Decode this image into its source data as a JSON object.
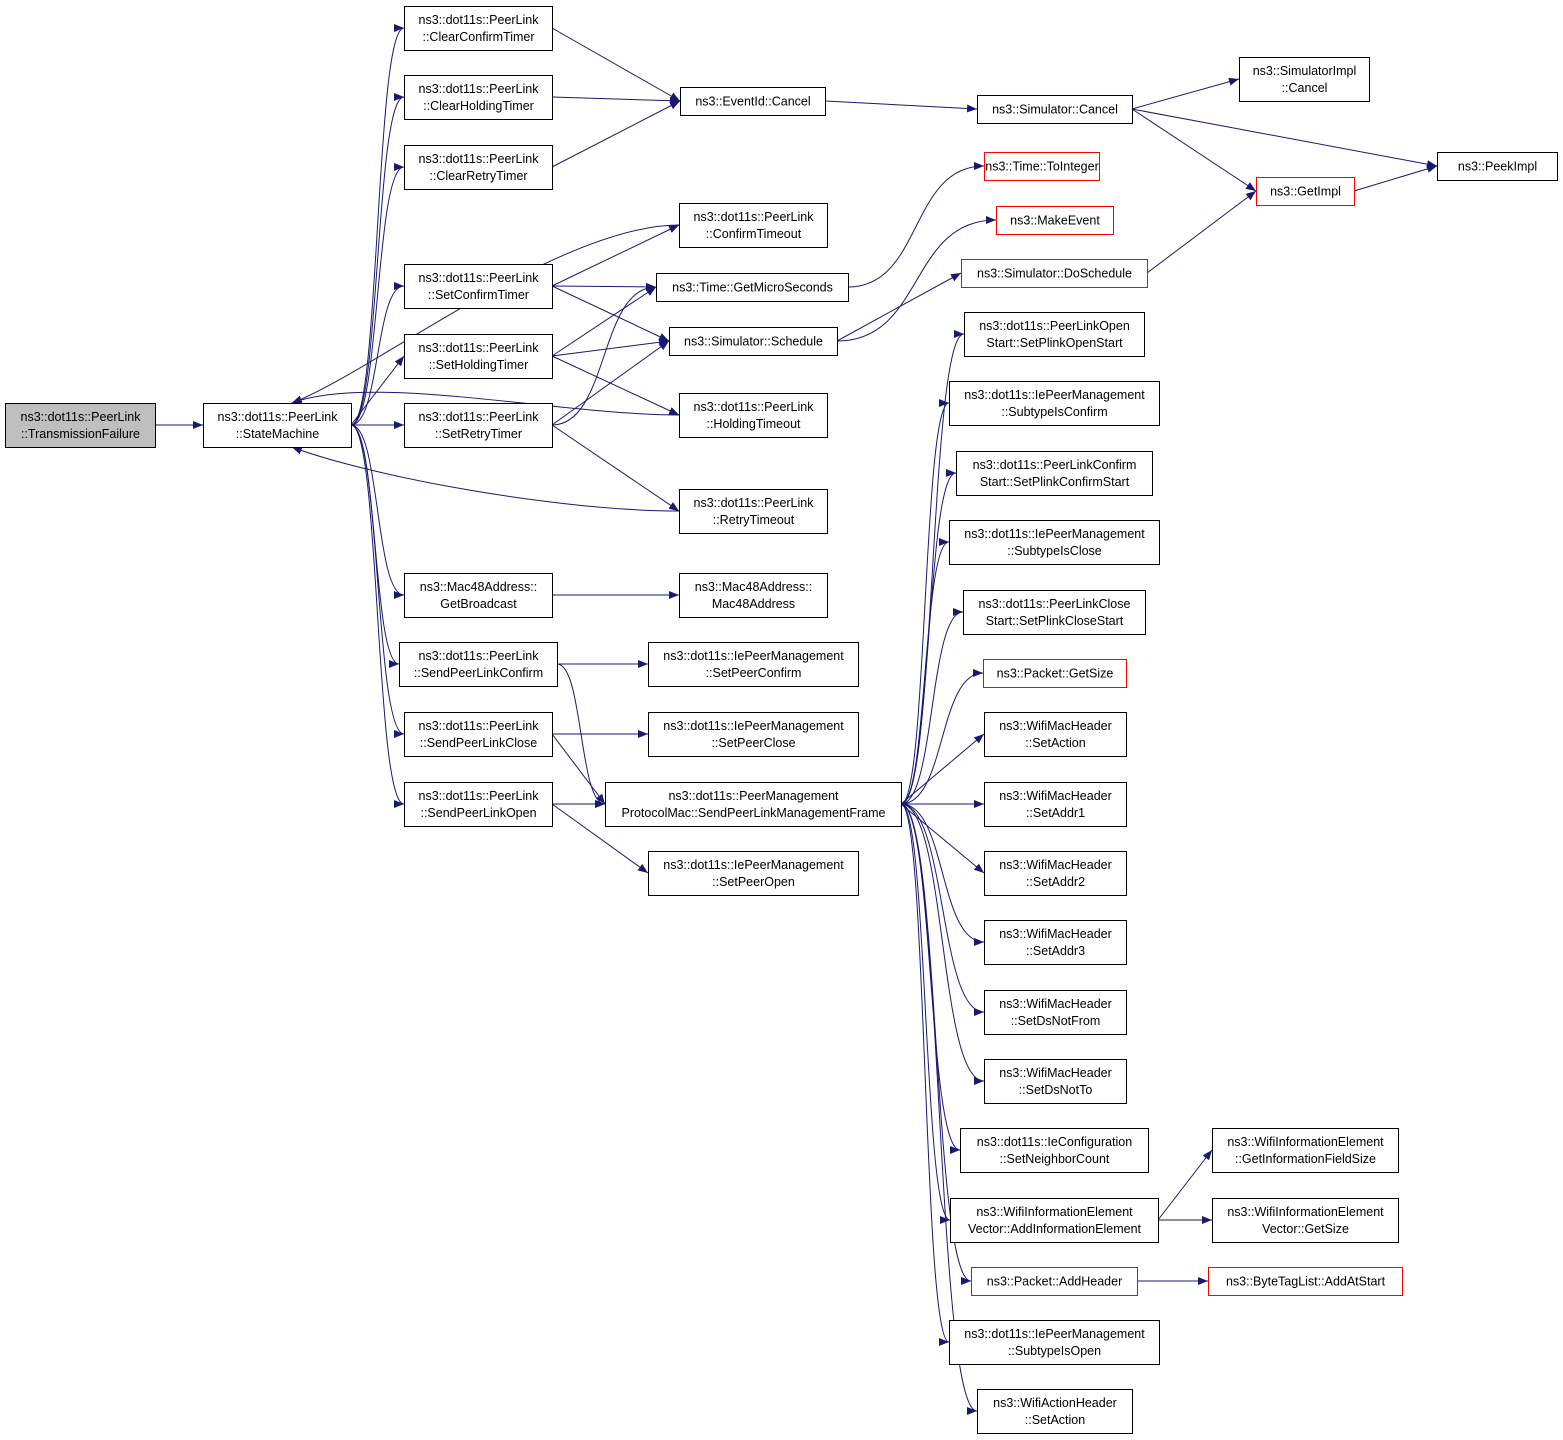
{
  "graph": {
    "edge_color": "#191970",
    "external_border_color": "#ff0000",
    "current_fill": "#bfbfbf",
    "nodes": [
      {
        "id": "tf",
        "lines": [
          "ns3::dot11s::PeerLink",
          "::TransmissionFailure"
        ],
        "kind": "current"
      },
      {
        "id": "sm",
        "lines": [
          "ns3::dot11s::PeerLink",
          "::StateMachine"
        ],
        "kind": "normal"
      },
      {
        "id": "cct",
        "lines": [
          "ns3::dot11s::PeerLink",
          "::ClearConfirmTimer"
        ],
        "kind": "normal"
      },
      {
        "id": "cht",
        "lines": [
          "ns3::dot11s::PeerLink",
          "::ClearHoldingTimer"
        ],
        "kind": "normal"
      },
      {
        "id": "crt",
        "lines": [
          "ns3::dot11s::PeerLink",
          "::ClearRetryTimer"
        ],
        "kind": "normal"
      },
      {
        "id": "sct",
        "lines": [
          "ns3::dot11s::PeerLink",
          "::SetConfirmTimer"
        ],
        "kind": "normal"
      },
      {
        "id": "sht",
        "lines": [
          "ns3::dot11s::PeerLink",
          "::SetHoldingTimer"
        ],
        "kind": "normal"
      },
      {
        "id": "srt",
        "lines": [
          "ns3::dot11s::PeerLink",
          "::SetRetryTimer"
        ],
        "kind": "normal"
      },
      {
        "id": "gb",
        "lines": [
          "ns3::Mac48Address::",
          "GetBroadcast"
        ],
        "kind": "normal"
      },
      {
        "id": "splc",
        "lines": [
          "ns3::dot11s::PeerLink",
          "::SendPeerLinkConfirm"
        ],
        "kind": "normal"
      },
      {
        "id": "splcl",
        "lines": [
          "ns3::dot11s::PeerLink",
          "::SendPeerLinkClose"
        ],
        "kind": "normal"
      },
      {
        "id": "splo",
        "lines": [
          "ns3::dot11s::PeerLink",
          "::SendPeerLinkOpen"
        ],
        "kind": "normal"
      },
      {
        "id": "evc",
        "lines": [
          "ns3::EventId::Cancel"
        ],
        "kind": "normal"
      },
      {
        "id": "cto",
        "lines": [
          "ns3::dot11s::PeerLink",
          "::ConfirmTimeout"
        ],
        "kind": "normal"
      },
      {
        "id": "gms",
        "lines": [
          "ns3::Time::GetMicroSeconds"
        ],
        "kind": "normal"
      },
      {
        "id": "ssch",
        "lines": [
          "ns3::Simulator::Schedule"
        ],
        "kind": "normal"
      },
      {
        "id": "hto",
        "lines": [
          "ns3::dot11s::PeerLink",
          "::HoldingTimeout"
        ],
        "kind": "normal"
      },
      {
        "id": "rto",
        "lines": [
          "ns3::dot11s::PeerLink",
          "::RetryTimeout"
        ],
        "kind": "normal"
      },
      {
        "id": "m48",
        "lines": [
          "ns3::Mac48Address::",
          "Mac48Address"
        ],
        "kind": "normal"
      },
      {
        "id": "spc",
        "lines": [
          "ns3::dot11s::IePeerManagement",
          "::SetPeerConfirm"
        ],
        "kind": "normal"
      },
      {
        "id": "spcl",
        "lines": [
          "ns3::dot11s::IePeerManagement",
          "::SetPeerClose"
        ],
        "kind": "normal"
      },
      {
        "id": "pmf",
        "lines": [
          "ns3::dot11s::PeerManagement",
          "ProtocolMac::SendPeerLinkManagementFrame"
        ],
        "kind": "normal"
      },
      {
        "id": "spo",
        "lines": [
          "ns3::dot11s::IePeerManagement",
          "::SetPeerOpen"
        ],
        "kind": "normal"
      },
      {
        "id": "sc",
        "lines": [
          "ns3::Simulator::Cancel"
        ],
        "kind": "normal"
      },
      {
        "id": "toi",
        "lines": [
          "ns3::Time::ToInteger"
        ],
        "kind": "external"
      },
      {
        "id": "me",
        "lines": [
          "ns3::MakeEvent"
        ],
        "kind": "external"
      },
      {
        "id": "sds",
        "lines": [
          "ns3::Simulator::DoSchedule"
        ],
        "kind": "external"
      },
      {
        "id": "plos",
        "lines": [
          "ns3::dot11s::PeerLinkOpen",
          "Start::SetPlinkOpenStart"
        ],
        "kind": "normal"
      },
      {
        "id": "sic",
        "lines": [
          "ns3::dot11s::IePeerManagement",
          "::SubtypeIsConfirm"
        ],
        "kind": "normal"
      },
      {
        "id": "plcs",
        "lines": [
          "ns3::dot11s::PeerLinkConfirm",
          "Start::SetPlinkConfirmStart"
        ],
        "kind": "normal"
      },
      {
        "id": "sicl",
        "lines": [
          "ns3::dot11s::IePeerManagement",
          "::SubtypeIsClose"
        ],
        "kind": "normal"
      },
      {
        "id": "plcls",
        "lines": [
          "ns3::dot11s::PeerLinkClose",
          "Start::SetPlinkCloseStart"
        ],
        "kind": "normal"
      },
      {
        "id": "pgs",
        "lines": [
          "ns3::Packet::GetSize"
        ],
        "kind": "external"
      },
      {
        "id": "wsa",
        "lines": [
          "ns3::WifiMacHeader",
          "::SetAction"
        ],
        "kind": "normal"
      },
      {
        "id": "wa1",
        "lines": [
          "ns3::WifiMacHeader",
          "::SetAddr1"
        ],
        "kind": "normal"
      },
      {
        "id": "wa2",
        "lines": [
          "ns3::WifiMacHeader",
          "::SetAddr2"
        ],
        "kind": "normal"
      },
      {
        "id": "wa3",
        "lines": [
          "ns3::WifiMacHeader",
          "::SetAddr3"
        ],
        "kind": "normal"
      },
      {
        "id": "wdnf",
        "lines": [
          "ns3::WifiMacHeader",
          "::SetDsNotFrom"
        ],
        "kind": "normal"
      },
      {
        "id": "wdnt",
        "lines": [
          "ns3::WifiMacHeader",
          "::SetDsNotTo"
        ],
        "kind": "normal"
      },
      {
        "id": "snc",
        "lines": [
          "ns3::dot11s::IeConfiguration",
          "::SetNeighborCount"
        ],
        "kind": "normal"
      },
      {
        "id": "aie",
        "lines": [
          "ns3::WifiInformationElement",
          "Vector::AddInformationElement"
        ],
        "kind": "normal"
      },
      {
        "id": "pah",
        "lines": [
          "ns3::Packet::AddHeader"
        ],
        "kind": "external"
      },
      {
        "id": "sio",
        "lines": [
          "ns3::dot11s::IePeerManagement",
          "::SubtypeIsOpen"
        ],
        "kind": "normal"
      },
      {
        "id": "wah",
        "lines": [
          "ns3::WifiActionHeader",
          "::SetAction"
        ],
        "kind": "normal"
      },
      {
        "id": "sic2",
        "lines": [
          "ns3::SimulatorImpl",
          "::Cancel"
        ],
        "kind": "normal"
      },
      {
        "id": "gi",
        "lines": [
          "ns3::GetImpl"
        ],
        "kind": "external"
      },
      {
        "id": "pi",
        "lines": [
          "ns3::PeekImpl"
        ],
        "kind": "normal"
      },
      {
        "id": "gifs",
        "lines": [
          "ns3::WifiInformationElement",
          "::GetInformationFieldSize"
        ],
        "kind": "normal"
      },
      {
        "id": "wgs",
        "lines": [
          "ns3::WifiInformationElement",
          "Vector::GetSize"
        ],
        "kind": "normal"
      },
      {
        "id": "btl",
        "lines": [
          "ns3::ByteTagList::AddAtStart"
        ],
        "kind": "external"
      }
    ],
    "edges": [
      [
        "tf",
        "sm"
      ],
      [
        "sm",
        "cct"
      ],
      [
        "sm",
        "cht"
      ],
      [
        "sm",
        "crt"
      ],
      [
        "sm",
        "sct"
      ],
      [
        "sm",
        "sht"
      ],
      [
        "sm",
        "srt"
      ],
      [
        "sm",
        "gb"
      ],
      [
        "sm",
        "splc"
      ],
      [
        "sm",
        "splcl"
      ],
      [
        "sm",
        "splo"
      ],
      [
        "cto",
        "sm"
      ],
      [
        "hto",
        "sm"
      ],
      [
        "rto",
        "sm"
      ],
      [
        "cct",
        "evc"
      ],
      [
        "cht",
        "evc"
      ],
      [
        "crt",
        "evc"
      ],
      [
        "evc",
        "sc"
      ],
      [
        "sct",
        "cto"
      ],
      [
        "sct",
        "gms"
      ],
      [
        "sct",
        "ssch"
      ],
      [
        "sht",
        "gms"
      ],
      [
        "sht",
        "ssch"
      ],
      [
        "sht",
        "hto"
      ],
      [
        "srt",
        "gms"
      ],
      [
        "srt",
        "ssch"
      ],
      [
        "srt",
        "rto"
      ],
      [
        "gb",
        "m48"
      ],
      [
        "splc",
        "spc"
      ],
      [
        "splc",
        "pmf"
      ],
      [
        "splcl",
        "spcl"
      ],
      [
        "splcl",
        "pmf"
      ],
      [
        "splo",
        "pmf"
      ],
      [
        "splo",
        "spo"
      ],
      [
        "gms",
        "toi"
      ],
      [
        "ssch",
        "me"
      ],
      [
        "ssch",
        "sds"
      ],
      [
        "sds",
        "gi"
      ],
      [
        "sc",
        "sic2"
      ],
      [
        "sc",
        "gi"
      ],
      [
        "sc",
        "pi"
      ],
      [
        "gi",
        "pi"
      ],
      [
        "pmf",
        "plos"
      ],
      [
        "pmf",
        "sic"
      ],
      [
        "pmf",
        "plcs"
      ],
      [
        "pmf",
        "sicl"
      ],
      [
        "pmf",
        "plcls"
      ],
      [
        "pmf",
        "pgs"
      ],
      [
        "pmf",
        "wsa"
      ],
      [
        "pmf",
        "wa1"
      ],
      [
        "pmf",
        "wa2"
      ],
      [
        "pmf",
        "wa3"
      ],
      [
        "pmf",
        "wdnf"
      ],
      [
        "pmf",
        "wdnt"
      ],
      [
        "pmf",
        "snc"
      ],
      [
        "pmf",
        "aie"
      ],
      [
        "pmf",
        "pah"
      ],
      [
        "pmf",
        "sio"
      ],
      [
        "pmf",
        "wah"
      ],
      [
        "aie",
        "gifs"
      ],
      [
        "aie",
        "wgs"
      ],
      [
        "pah",
        "btl"
      ]
    ]
  }
}
